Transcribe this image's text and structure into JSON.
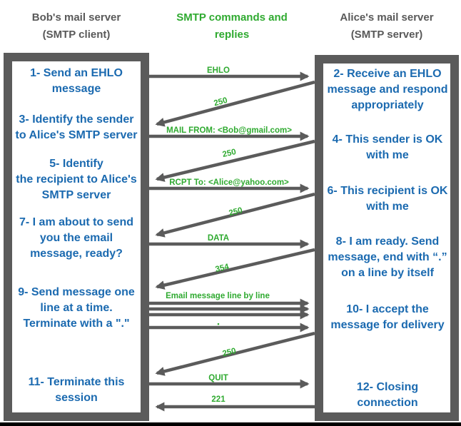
{
  "headers": {
    "bob": "Bob's mail server\n(SMTP client)",
    "middle": "SMTP commands and\nreplies",
    "alice": "Alice's mail server\n(SMTP server)"
  },
  "client_box": {
    "role": "SMTP client",
    "steps": [
      "1- Send an EHLO\nmessage",
      "3- Identify the sender\nto Alice's SMTP server",
      "5- Identify\nthe recipient to Alice's\nSMTP server",
      "7- I am about to send\nyou the email\nmessage, ready?",
      "9- Send message one\nline at a time.\nTerminate with a \".\"",
      "11- Terminate this\nsession"
    ]
  },
  "server_box": {
    "role": "SMTP server",
    "steps": [
      "2- Receive an EHLO\nmessage and respond\nappropriately",
      "4- This sender is OK\nwith me",
      "6- This recipient is OK\nwith me",
      "8-  I am ready. Send\nmessage, end with “.”\non a line by itself",
      "10-  I accept the\nmessage for delivery",
      "12-  Closing\nconnection"
    ]
  },
  "arrows": [
    {
      "label": "EHLO",
      "from": "client",
      "to": "server",
      "type": "command"
    },
    {
      "label": "250",
      "from": "server",
      "to": "client",
      "type": "reply"
    },
    {
      "label": "MAIL FROM: <Bob@gmail.com>",
      "from": "client",
      "to": "server",
      "type": "command"
    },
    {
      "label": "250",
      "from": "server",
      "to": "client",
      "type": "reply"
    },
    {
      "label": "RCPT To: <Alice@yahoo.com>",
      "from": "client",
      "to": "server",
      "type": "command"
    },
    {
      "label": "250",
      "from": "server",
      "to": "client",
      "type": "reply"
    },
    {
      "label": "DATA",
      "from": "client",
      "to": "server",
      "type": "command"
    },
    {
      "label": "354",
      "from": "server",
      "to": "client",
      "type": "reply"
    },
    {
      "label": "Email message line by line",
      "from": "client",
      "to": "server",
      "type": "data",
      "arrow_count": 3
    },
    {
      "label": "▪",
      "from": "client",
      "to": "server",
      "type": "terminator"
    },
    {
      "label": "250",
      "from": "server",
      "to": "client",
      "type": "reply"
    },
    {
      "label": "QUIT",
      "from": "client",
      "to": "server",
      "type": "command"
    },
    {
      "label": "221",
      "from": "server",
      "to": "client",
      "type": "reply"
    }
  ],
  "colors": {
    "step_text": "#1b6ab0",
    "command_text": "#2faa30",
    "frame_and_arrows": "#5b5b5b",
    "header_text": "#595959",
    "bottom_bar": "#000000"
  }
}
